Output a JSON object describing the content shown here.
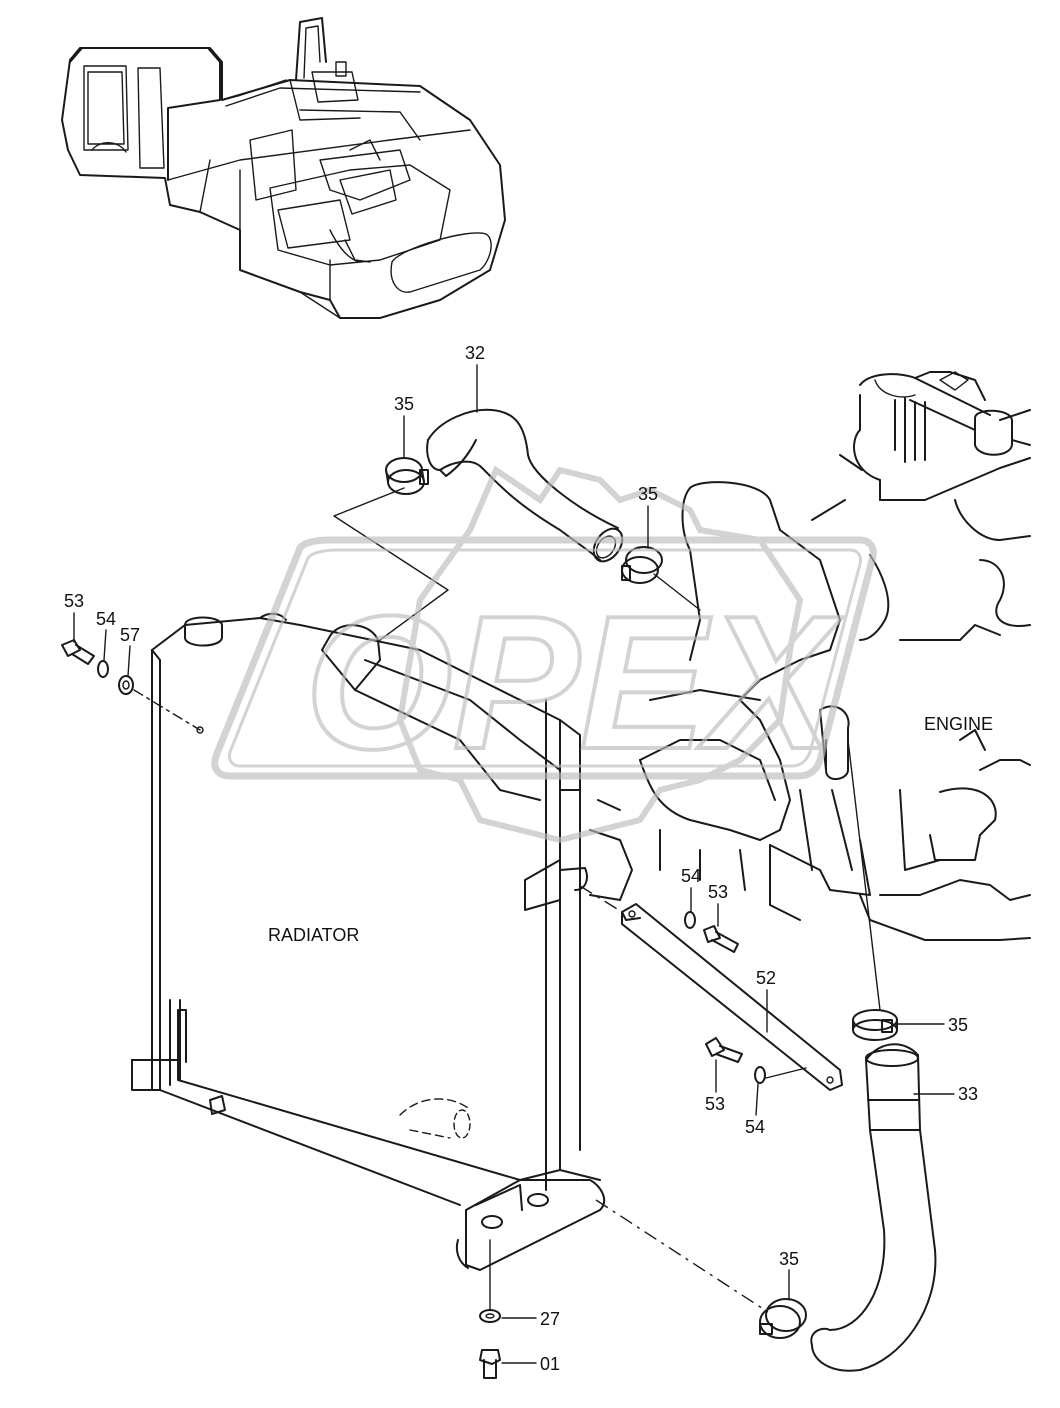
{
  "watermark": {
    "text": "OPEX",
    "color": "#c4c4c4"
  },
  "labels": {
    "radiator": "RADIATOR",
    "engine": "ENGINE"
  },
  "parts": [
    {
      "key": "p32",
      "number": "32"
    },
    {
      "key": "p35a",
      "number": "35"
    },
    {
      "key": "p35b",
      "number": "35"
    },
    {
      "key": "p35c",
      "number": "35"
    },
    {
      "key": "p35d",
      "number": "35"
    },
    {
      "key": "p33",
      "number": "33"
    },
    {
      "key": "p52",
      "number": "52"
    },
    {
      "key": "p53a",
      "number": "53"
    },
    {
      "key": "p54a",
      "number": "54"
    },
    {
      "key": "p57",
      "number": "57"
    },
    {
      "key": "p54b",
      "number": "54"
    },
    {
      "key": "p53b",
      "number": "53"
    },
    {
      "key": "p53c",
      "number": "53"
    },
    {
      "key": "p54c",
      "number": "54"
    },
    {
      "key": "p27",
      "number": "27"
    },
    {
      "key": "p01",
      "number": "01"
    }
  ],
  "colors": {
    "line": "#1a1a1a",
    "background": "#ffffff"
  }
}
